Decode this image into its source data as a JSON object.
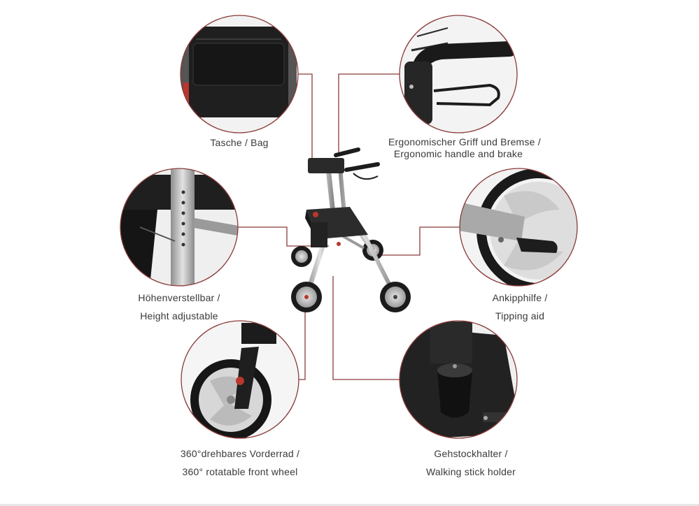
{
  "theme": {
    "accent": "#8b3a3a",
    "frame": "#b7b7b7",
    "dark": "#1c1c1c"
  },
  "features": {
    "bag": {
      "icon": "shopping-bag-icon",
      "line1": "Tasche / Bag"
    },
    "handle": {
      "icon": "handle-brake-icon",
      "line1": "Ergonomischer Griff und Bremse /",
      "line2": "Ergonomic handle and brake"
    },
    "height": {
      "icon": "height-adjust-icon",
      "line1": "Höhenverstellbar /",
      "line2": "Height adjustable"
    },
    "tipping": {
      "icon": "tipping-aid-icon",
      "line1": "Ankipphilfe /",
      "line2": "Tipping aid"
    },
    "wheel": {
      "icon": "front-wheel-icon",
      "line1": "360°drehbares Vorderrad /",
      "line2": "360° rotatable front wheel"
    },
    "stick": {
      "icon": "walking-stick-holder-icon",
      "line1": "Gehstockhalter /",
      "line2": "Walking stick holder"
    }
  }
}
